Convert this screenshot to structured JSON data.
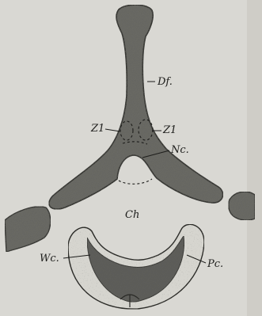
{
  "labels": {
    "df": "Df.",
    "z1_left": "Z1",
    "z1_right": "Z1",
    "nc": "Nc.",
    "ch": "Ch",
    "wc": "Wc.",
    "pc": "Pc."
  },
  "colors": {
    "background": "#d9d8d3",
    "dark_tissue": "#5e5e5a",
    "light_tissue": "#cfcfc8",
    "ink": "#1d1d1b"
  }
}
